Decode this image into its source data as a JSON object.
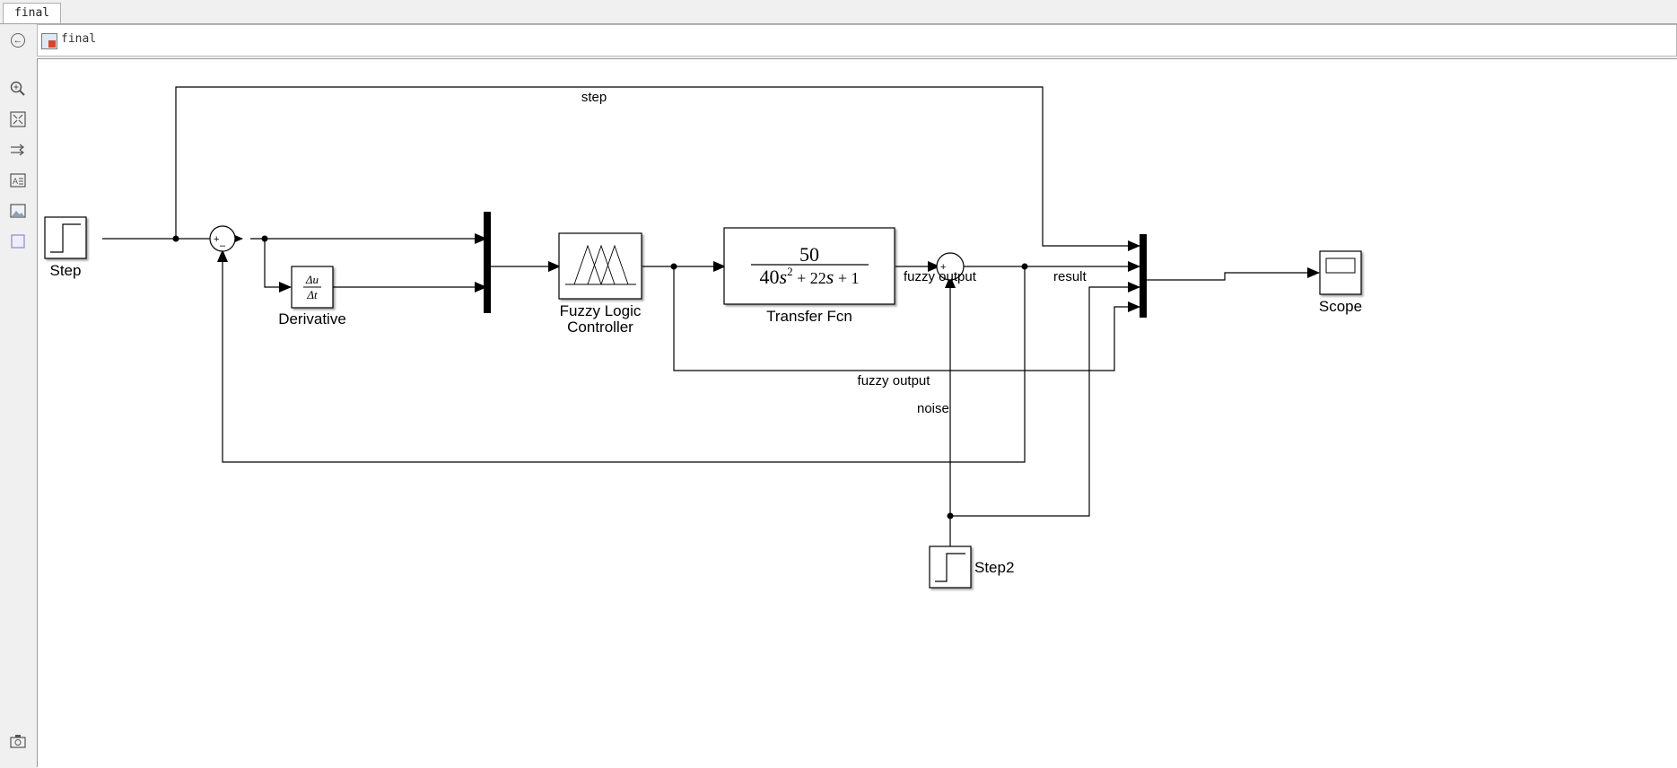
{
  "window": {
    "tab_label": "final",
    "breadcrumb": "final"
  },
  "palette": {
    "tools": [
      "zoom-icon",
      "fit-to-view-icon",
      "route-lines-icon",
      "annotation-icon",
      "image-icon",
      "area-icon",
      "screenshot-icon"
    ]
  },
  "blocks": {
    "step": "Step",
    "derivative": "Derivative",
    "derivative_num": "Δu",
    "derivative_den": "Δt",
    "flc_line1": "Fuzzy Logic",
    "flc_line2": "Controller",
    "tf": "Transfer Fcn",
    "tf_num": "50",
    "tf_den_a": "40",
    "tf_den_b": "s",
    "tf_den_exp": "2",
    "tf_den_c": " + 22",
    "tf_den_d": "s",
    "tf_den_e": " + 1",
    "scope": "Scope",
    "step2": "Step2",
    "sum1_signs_plus": "+",
    "sum1_signs_minus": "–",
    "sum2_sign": "+"
  },
  "signals": {
    "step": "step",
    "fuzzy_output_top": "fuzzy output",
    "result": "result",
    "fuzzy_output_bottom": "fuzzy output",
    "noise": "noise"
  }
}
